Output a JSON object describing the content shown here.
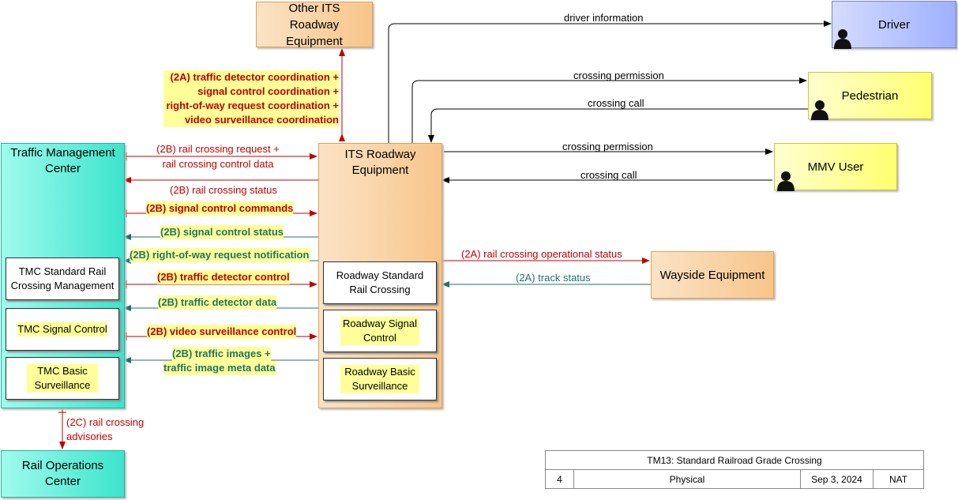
{
  "nodes": {
    "other_its": "Other ITS Roadway Equipment",
    "driver": "Driver",
    "pedestrian": "Pedestrian",
    "mmv_user": "MMV User",
    "its_roadway": "ITS Roadway Equipment",
    "tmc": "Traffic Management Center",
    "wayside": "Wayside Equipment",
    "rail_ops": "Rail Operations Center"
  },
  "subsystems": {
    "tmc_rail": "TMC Standard Rail Crossing Management",
    "tmc_signal": "TMC Signal Control",
    "tmc_basic": "TMC Basic Surveillance",
    "rw_rail": "Roadway Standard Rail Crossing",
    "rw_signal": "Roadway Signal Control",
    "rw_basic": "Roadway Basic Surveillance"
  },
  "flows": {
    "driver_info": "driver information",
    "ped_permission": "crossing permission",
    "ped_call": "crossing call",
    "mmv_permission": "crossing permission",
    "mmv_call": "crossing call",
    "other_its_1": "(2A) traffic detector coordination +",
    "other_its_2": "signal control coordination +",
    "other_its_3": "right-of-way request coordination +",
    "other_its_4": "video surveillance coordination",
    "rail_request_1": "(2B) rail crossing request +",
    "rail_request_2": "rail crossing control data",
    "rail_status": "(2B) rail crossing status",
    "signal_commands": "(2B) signal control commands",
    "signal_status": "(2B) signal control status",
    "row_notification": "(2B) right-of-way request notification",
    "detector_control": "(2B) traffic detector control",
    "detector_data": "(2B) traffic detector data",
    "video_control": "(2B) video surveillance control",
    "traffic_images_1": "(2B) traffic images +",
    "traffic_images_2": "traffic image meta data",
    "rail_op_status": "(2A) rail crossing operational status",
    "track_status": "(2A) track status",
    "advisories_1": "(2C) rail crossing",
    "advisories_2": "advisories"
  },
  "title_block": {
    "title": "TM13: Standard Railroad Grade Crossing",
    "number": "4",
    "view": "Physical",
    "date": "Sep 3, 2024",
    "author": "NAT"
  },
  "colors": {
    "red_flow": "#c00000",
    "green_flow": "#1e7466",
    "highlight": "#ffff99"
  }
}
